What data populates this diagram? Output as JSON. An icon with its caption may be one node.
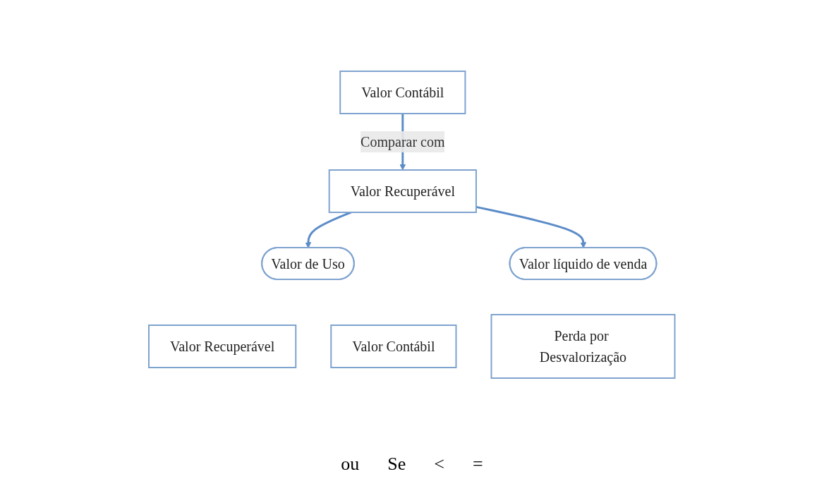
{
  "diagram": {
    "nodes": [
      {
        "text": [
          "Valor Contábil"
        ]
      },
      {
        "text": [
          "Valor Recuperável"
        ]
      },
      {
        "text": [
          "Valor de Uso"
        ]
      },
      {
        "text": [
          "Valor líquido de venda"
        ]
      },
      {
        "text": [
          "Valor Recuperável"
        ]
      },
      {
        "text": [
          "Valor Contábil"
        ]
      },
      {
        "text": [
          "Perda por Desvalorização"
        ]
      }
    ],
    "edges": [
      {
        "from": 0,
        "to": 1,
        "arrow": "to",
        "label": "Comparar com"
      },
      {
        "from": 1,
        "to": 2,
        "arrow": "to"
      },
      {
        "from": 1,
        "to": 3,
        "arrow": "to"
      }
    ],
    "labels": [
      "ou",
      "Se",
      "<",
      "="
    ]
  }
}
